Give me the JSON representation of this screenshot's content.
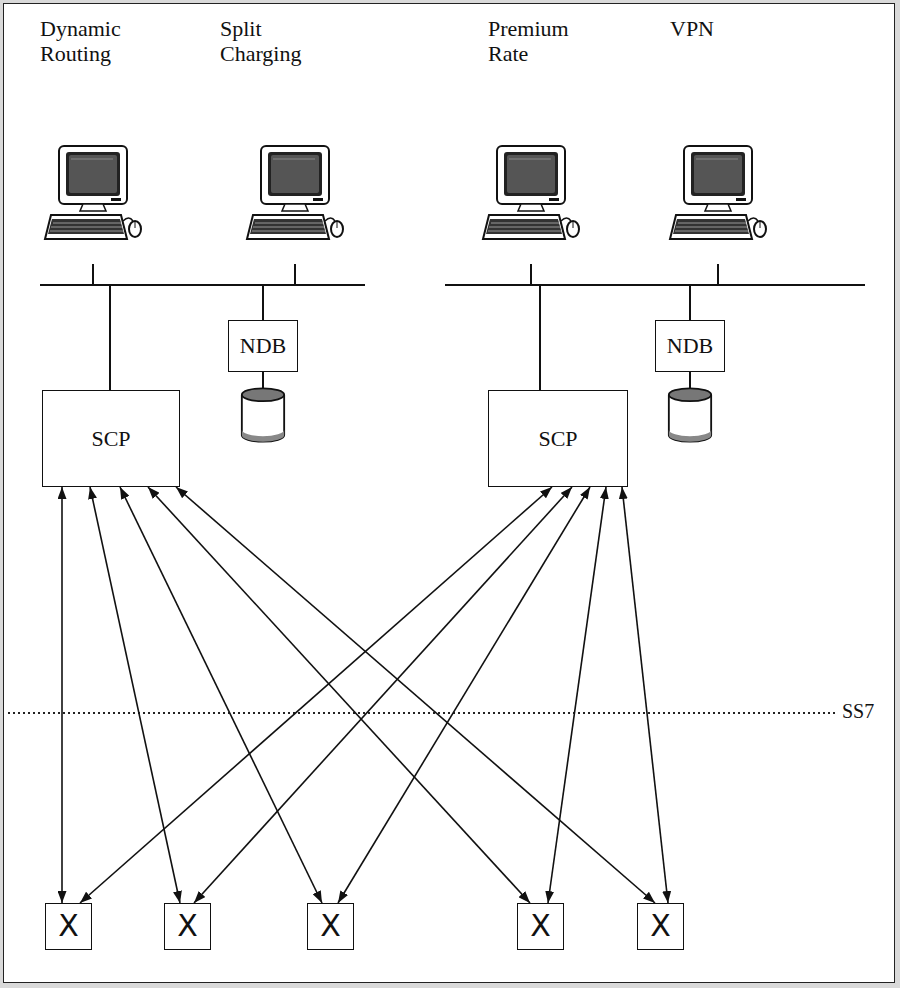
{
  "diagram": {
    "nodes": [
      {
        "text": [
          "Dynamic Routing"
        ]
      },
      {
        "text": [
          "Split Charging"
        ]
      },
      {
        "text": [
          "Premium Rate"
        ]
      },
      {
        "text": [
          "VPN"
        ]
      },
      {
        "text": [
          "NDB"
        ]
      },
      {
        "text": [
          "NDB"
        ]
      },
      {
        "text": [
          "SCP"
        ]
      },
      {
        "text": [
          "SCP"
        ]
      },
      {
        "text": [
          "X"
        ]
      },
      {
        "text": [
          "X"
        ]
      },
      {
        "text": [
          "X"
        ]
      },
      {
        "text": [
          "X"
        ]
      },
      {
        "text": [
          "X"
        ]
      }
    ],
    "edges": [
      {
        "from": 6,
        "to": 8,
        "arrow": "both"
      },
      {
        "from": 6,
        "to": 9,
        "arrow": "both"
      },
      {
        "from": 6,
        "to": 10,
        "arrow": "both"
      },
      {
        "from": 6,
        "to": 11,
        "arrow": "both"
      },
      {
        "from": 6,
        "to": 12,
        "arrow": "both"
      },
      {
        "from": 7,
        "to": 8,
        "arrow": "both"
      },
      {
        "from": 7,
        "to": 9,
        "arrow": "both"
      },
      {
        "from": 7,
        "to": 10,
        "arrow": "both"
      },
      {
        "from": 7,
        "to": 11,
        "arrow": "both"
      },
      {
        "from": 7,
        "to": 12,
        "arrow": "both"
      }
    ],
    "labels": [
      "SS7"
    ]
  }
}
